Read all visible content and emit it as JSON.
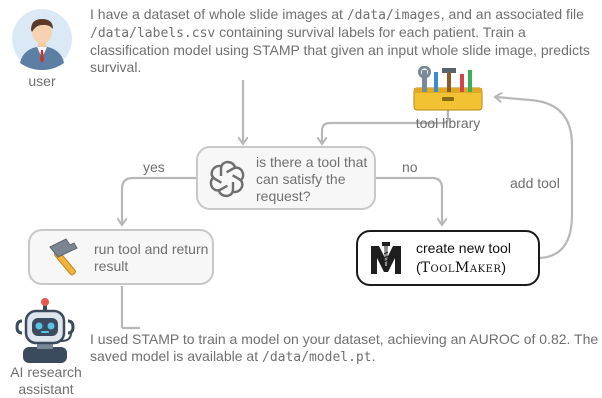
{
  "user": {
    "label": "user",
    "message_parts": [
      {
        "t": "I have a dataset of whole slide images at ",
        "code": false
      },
      {
        "t": "/data/images",
        "code": true
      },
      {
        "t": ", and an associated file ",
        "code": false
      },
      {
        "t": "/data/labels.csv",
        "code": true
      },
      {
        "t": " containing survival labels for each patient. Train a classification model using STAMP that given an input whole slide image, predicts survival.",
        "code": false
      }
    ]
  },
  "tool_library": {
    "label": "tool library"
  },
  "decision": {
    "label": "is there a tool that can satisfy the request?",
    "icon": "openai-logo-icon"
  },
  "yes_label": "yes",
  "no_label": "no",
  "add_tool_label": "add tool",
  "run_tool": {
    "label": "run tool and return result",
    "icon": "hammer-icon"
  },
  "create_tool": {
    "line1": "create new tool",
    "line2_open": "(",
    "line2_sc": "ToolMaker",
    "line2_close": ")",
    "icon": "toolmaker-logo-icon"
  },
  "assistant": {
    "label": "AI research assistant",
    "message_parts": [
      {
        "t": "I used STAMP to train a model on your dataset, achieving an AUROC of 0.82. The saved model is available at ",
        "code": false
      },
      {
        "t": "/data/model.pt",
        "code": true
      },
      {
        "t": ".",
        "code": false
      }
    ]
  }
}
